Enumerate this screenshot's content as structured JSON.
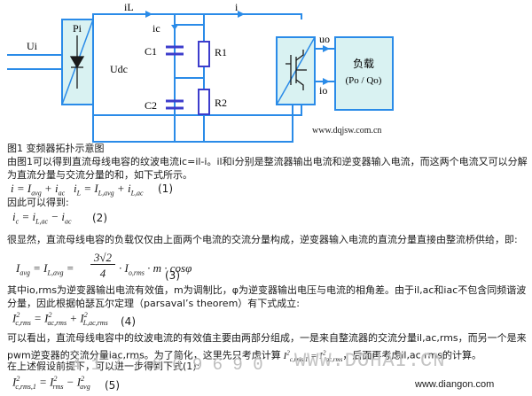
{
  "diagram": {
    "labels": {
      "iL": "iL",
      "i": "i",
      "ic": "ic",
      "Pi": "Pi",
      "Ui": "Ui",
      "Udc": "Udc",
      "C1": "C1",
      "R1": "R1",
      "C2": "C2",
      "R2": "R2",
      "uo": "uo",
      "io": "io",
      "load_title": "负载",
      "load_sub": "(Po / Qo)",
      "site": "www.dqjsw.com.cn"
    },
    "colors": {
      "wire": "#2a8be8",
      "box_fill": "#d9f2f2",
      "component": "#3d3dcc"
    }
  },
  "text": {
    "caption": "图1 变频器拓扑示意图",
    "p1a": "由图1可以得到直流母线电容的纹波电流ic=il-i。il和i分别是整流器输出电流和逆变器输入电流，而这两个电流又可以分解",
    "p1b": "为直流分量与交流分量的和，如下式所示。",
    "eq1_num": "(1)",
    "p2": "因此可以得到:",
    "eq2_num": "(2)",
    "p3": "很显然，直流母线电容的负载仅仅由上面两个电流的交流分量构成，逆变器输入电流的直流分量直接由整流桥供给，即:",
    "eq3_num": "(3)",
    "p4a": "其中io,rms为逆变器输出电流有效值，m为调制比，φ为逆变器输出电压与电流的相角差。由于il,ac和iac不包含同频谐波",
    "p4b": "分量，因此根据帕瑟瓦尔定理（parsaval’s theorem）有下式成立:",
    "eq4_num": "(4)",
    "p5a": "可以看出，直流母线电容中的纹波电流的有效值主要由两部分组成，一是来自整流器的交流分量il,ac,rms，而另一个是来",
    "p5b_pre": "pwm逆变器的交流分量iac,rms。为了简化，这里先只考虑计算",
    "p5b_post": "，后面再考虑il,ac,rms的计算。",
    "p6": "在上述假设前提下，可以进一步得到下式(1):",
    "eq5_num": "(5)"
  },
  "watermarks": {
    "phone": "4 1 7 7 6 6 9 6 9 0",
    "dohai": "WWW.DOHAI.CN",
    "diangon": "www.diangon.com"
  }
}
